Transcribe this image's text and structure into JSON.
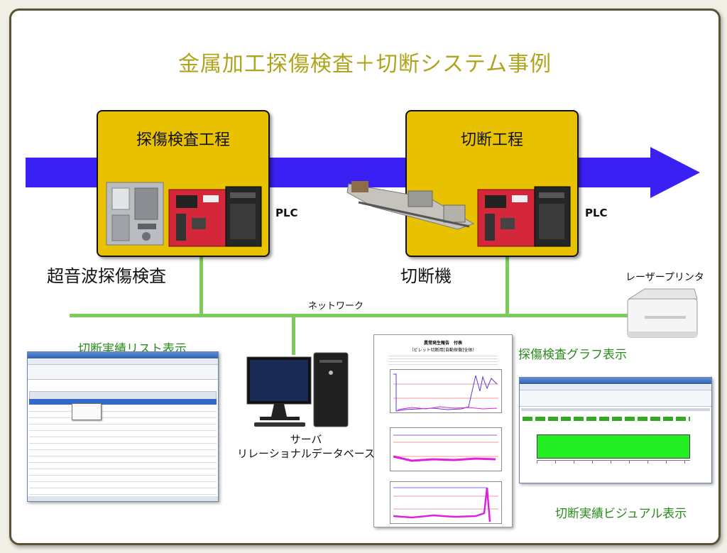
{
  "title": "金属加工探傷検査＋切断システム事例",
  "process1": {
    "label": "探傷検査工程",
    "machine": "超音波探傷検査",
    "plc": "PLC"
  },
  "process2": {
    "label": "切断工程",
    "machine": "切断機",
    "plc": "PLC"
  },
  "network": "ネットワーク",
  "printer": "レーザープリンタ",
  "server": {
    "line1": "サーバ",
    "line2": "リレーショナルデータベース"
  },
  "views": {
    "list": "切断実績リスト表示",
    "graph": "探傷検査グラフ表示",
    "visual": "切断実績ビジュアル表示"
  },
  "report": {
    "title": "異常発生報告　付表",
    "subtitle": "（ビレット切断用[自動探傷]全体）"
  },
  "colors": {
    "arrow": "#3a20f2",
    "box": "#e8c200",
    "network": "#7ccc5c",
    "title": "#b0a41c",
    "green_label": "#2a8a1c"
  }
}
